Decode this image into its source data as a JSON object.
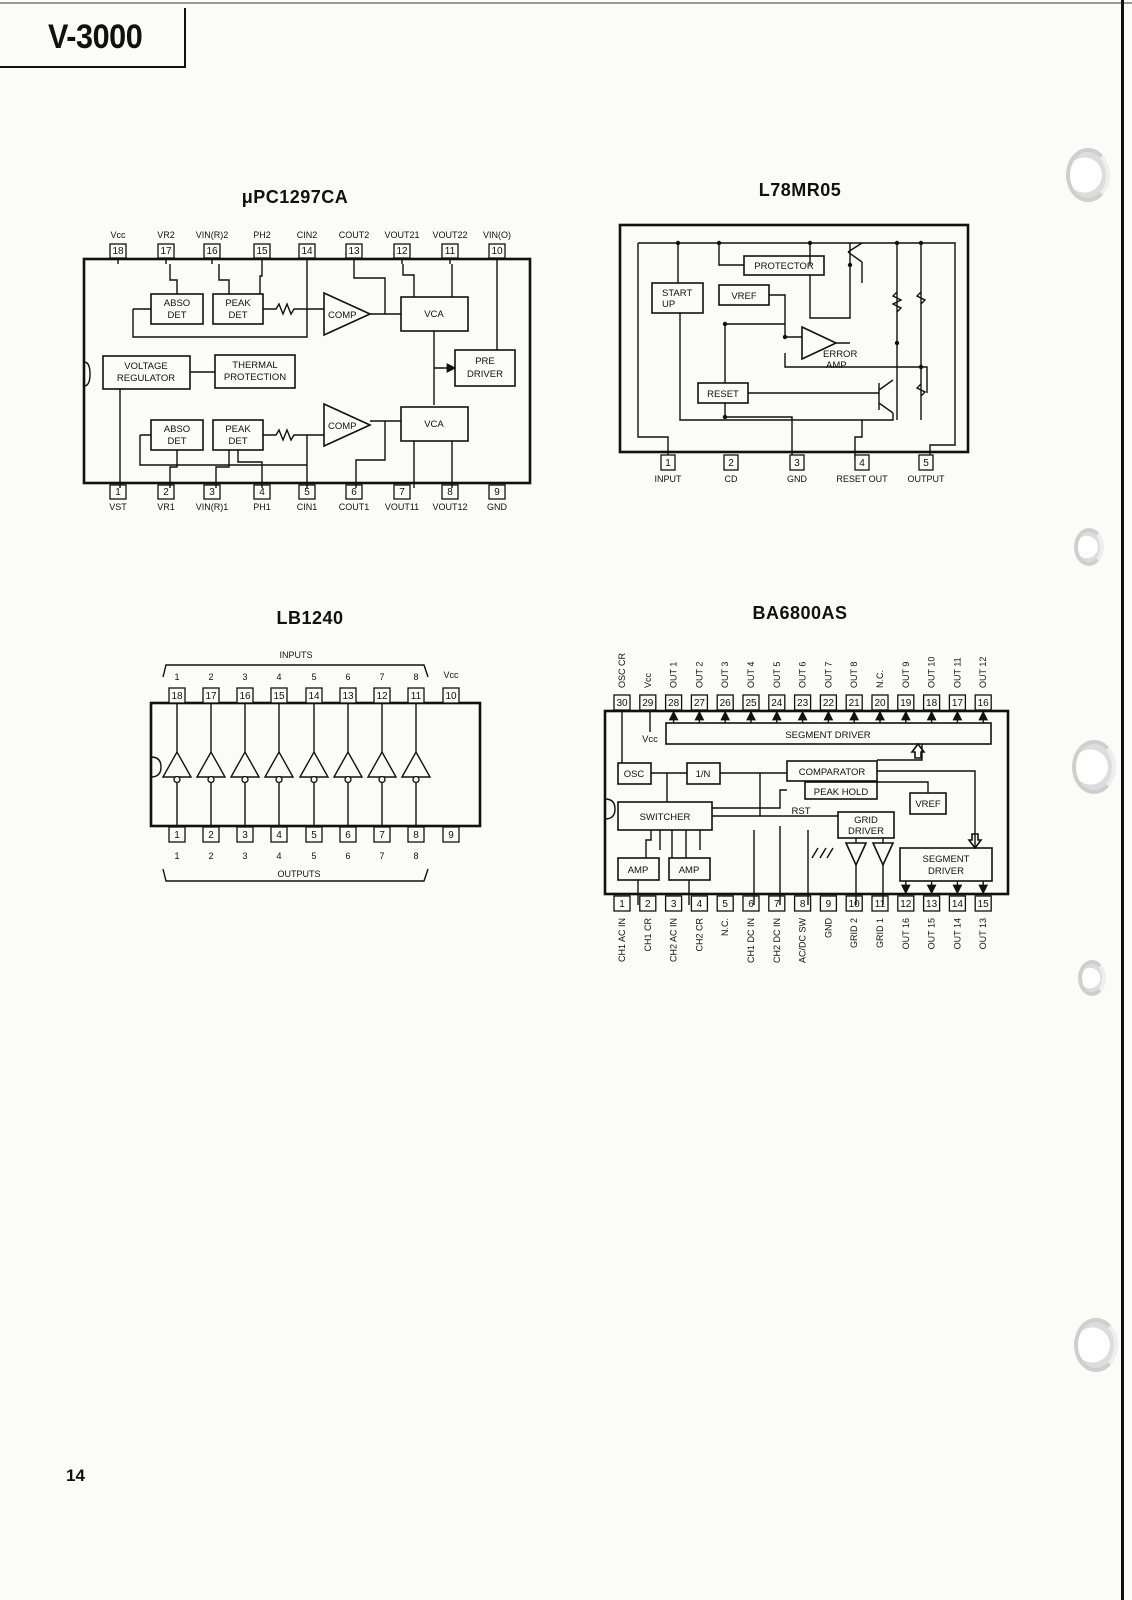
{
  "header": {
    "model": "V-3000"
  },
  "page_number": "14",
  "diagrams": {
    "upc1297ca": {
      "title": "μPC1297CA",
      "top_pins": [
        {
          "num": "18",
          "label": "Vcc"
        },
        {
          "num": "17",
          "label": "VR2"
        },
        {
          "num": "16",
          "label": "VIN(R)2"
        },
        {
          "num": "15",
          "label": "PH2"
        },
        {
          "num": "14",
          "label": "CIN2"
        },
        {
          "num": "13",
          "label": "COUT2"
        },
        {
          "num": "12",
          "label": "VOUT21"
        },
        {
          "num": "11",
          "label": "VOUT22"
        },
        {
          "num": "10",
          "label": "VIN(O)"
        }
      ],
      "bottom_pins": [
        {
          "num": "1",
          "label": "VST"
        },
        {
          "num": "2",
          "label": "VR1"
        },
        {
          "num": "3",
          "label": "VIN(R)1"
        },
        {
          "num": "4",
          "label": "PH1"
        },
        {
          "num": "5",
          "label": "CIN1"
        },
        {
          "num": "6",
          "label": "COUT1"
        },
        {
          "num": "7",
          "label": "VOUT11"
        },
        {
          "num": "8",
          "label": "VOUT12"
        },
        {
          "num": "9",
          "label": "GND"
        }
      ],
      "blocks": {
        "abso_det_1": "ABSO",
        "abso_det_2": "DET",
        "peak_det_1": "PEAK",
        "peak_det_2": "DET",
        "comp": "COMP",
        "vca": "VCA",
        "volt_reg_1": "VOLTAGE",
        "volt_reg_2": "REGULATOR",
        "thermal_1": "THERMAL",
        "thermal_2": "PROTECTION",
        "pre_driver_1": "PRE",
        "pre_driver_2": "DRIVER"
      }
    },
    "l78mr05": {
      "title": "L78MR05",
      "pins": [
        {
          "num": "1",
          "label": "INPUT"
        },
        {
          "num": "2",
          "label": "CD"
        },
        {
          "num": "3",
          "label": "GND"
        },
        {
          "num": "4",
          "label": "RESET OUT"
        },
        {
          "num": "5",
          "label": "OUTPUT"
        }
      ],
      "blocks": {
        "protector": "PROTECTOR",
        "start_up_1": "START",
        "start_up_2": "UP",
        "vref": "VREF",
        "error_amp_1": "ERROR",
        "error_amp_2": "AMP",
        "reset": "RESET"
      }
    },
    "lb1240": {
      "title": "LB1240",
      "inputs_label": "INPUTS",
      "outputs_label": "OUTPUTS",
      "vcc_label": "Vcc",
      "input_numbers": [
        "1",
        "2",
        "3",
        "4",
        "5",
        "6",
        "7",
        "8"
      ],
      "top_pins": [
        "18",
        "17",
        "16",
        "15",
        "14",
        "13",
        "12",
        "11",
        "10"
      ],
      "bottom_pins": [
        "1",
        "2",
        "3",
        "4",
        "5",
        "6",
        "7",
        "8",
        "9"
      ],
      "output_numbers": [
        "1",
        "2",
        "3",
        "4",
        "5",
        "6",
        "7",
        "8"
      ]
    },
    "ba6800as": {
      "title": "BA6800AS",
      "top_pins": [
        {
          "num": "30",
          "label": "OSC CR"
        },
        {
          "num": "29",
          "label": "Vcc"
        },
        {
          "num": "28",
          "label": "OUT 1"
        },
        {
          "num": "27",
          "label": "OUT 2"
        },
        {
          "num": "26",
          "label": "OUT 3"
        },
        {
          "num": "25",
          "label": "OUT 4"
        },
        {
          "num": "24",
          "label": "OUT 5"
        },
        {
          "num": "23",
          "label": "OUT 6"
        },
        {
          "num": "22",
          "label": "OUT 7"
        },
        {
          "num": "21",
          "label": "OUT 8"
        },
        {
          "num": "20",
          "label": "N.C."
        },
        {
          "num": "19",
          "label": "OUT 9"
        },
        {
          "num": "18",
          "label": "OUT 10"
        },
        {
          "num": "17",
          "label": "OUT 11"
        },
        {
          "num": "16",
          "label": "OUT 12"
        }
      ],
      "bottom_pins": [
        {
          "num": "1",
          "label": "CH1 AC IN"
        },
        {
          "num": "2",
          "label": "CH1 CR"
        },
        {
          "num": "3",
          "label": "CH2 AC IN"
        },
        {
          "num": "4",
          "label": "CH2 CR"
        },
        {
          "num": "5",
          "label": "N.C."
        },
        {
          "num": "6",
          "label": "CH1 DC IN"
        },
        {
          "num": "7",
          "label": "CH2 DC IN"
        },
        {
          "num": "8",
          "label": "AC/DC SW"
        },
        {
          "num": "9",
          "label": "GND"
        },
        {
          "num": "10",
          "label": "GRID 2"
        },
        {
          "num": "11",
          "label": "GRID 1"
        },
        {
          "num": "12",
          "label": "OUT 16"
        },
        {
          "num": "13",
          "label": "OUT 15"
        },
        {
          "num": "14",
          "label": "OUT 14"
        },
        {
          "num": "15",
          "label": "OUT 13"
        }
      ],
      "blocks": {
        "segment_driver_top": "SEGMENT DRIVER",
        "vcc": "Vcc",
        "osc": "OSC",
        "one_n": "1/N",
        "comparator": "COMPARATOR",
        "peak_hold": "PEAK HOLD",
        "rst": "RST",
        "vref": "VREF",
        "switcher": "SWITCHER",
        "grid_driver_1": "GRID",
        "grid_driver_2": "DRIVER",
        "amp": "AMP",
        "segment_driver_bottom_1": "SEGMENT",
        "segment_driver_bottom_2": "DRIVER"
      }
    }
  }
}
